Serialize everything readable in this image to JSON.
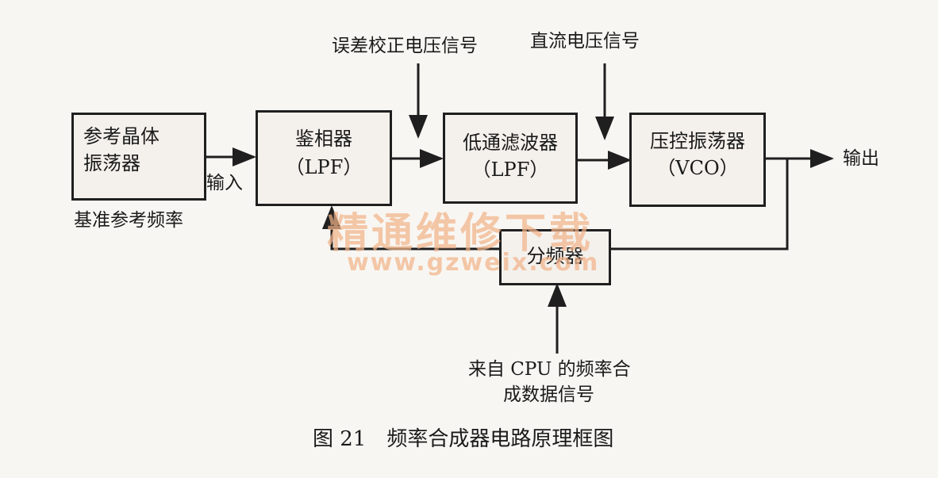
{
  "blocks": {
    "ref_osc": {
      "line1": "参考晶体",
      "line2": "振荡器"
    },
    "phase_det": {
      "line1": "鉴相器",
      "line2": "（LPF）"
    },
    "lpf": {
      "line1": "低通滤波器",
      "line2": "（LPF）"
    },
    "vco": {
      "line1": "压控振荡器",
      "line2": "（VCO）"
    },
    "divider": {
      "label": "分频器"
    }
  },
  "labels": {
    "error_signal": "误差校正电压信号",
    "dc_signal": "直流电压信号",
    "input": "输入",
    "output": "输出",
    "base_freq": "基准参考频率",
    "cpu_line1": "来自 CPU 的频率合",
    "cpu_line2": "成数据信号"
  },
  "caption": "图 21　频率合成器电路原理框图",
  "watermark": {
    "cn": "精通维修下载",
    "url": "www.gzweix.com"
  },
  "colors": {
    "ink": "#1f1f1f",
    "watermark": "#f2b48a"
  }
}
